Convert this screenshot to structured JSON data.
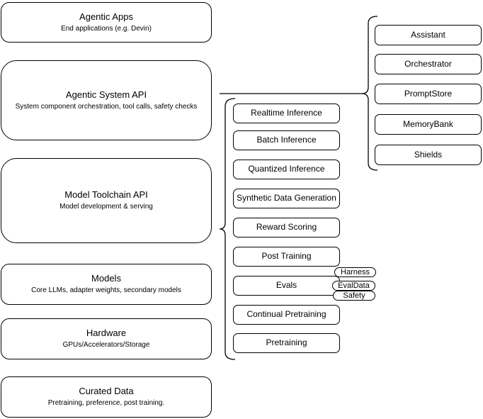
{
  "diagram": {
    "stack": [
      {
        "title": "Agentic Apps",
        "subtitle": "End applications (e.g. Devin)"
      },
      {
        "title": "Agentic System API",
        "subtitle": "System component orchestration, tool calls, safety checks"
      },
      {
        "title": "Model Toolchain API",
        "subtitle": "Model development & serving"
      },
      {
        "title": "Models",
        "subtitle": "Core LLMs, adapter weights, secondary models"
      },
      {
        "title": "Hardware",
        "subtitle": "GPUs/Accelerators/Storage"
      },
      {
        "title": "Curated Data",
        "subtitle": "Pretraining, preference, post training."
      }
    ],
    "toolchain": {
      "items": [
        "Realtime Inference",
        "Batch Inference",
        "Quantized Inference",
        "Synthetic Data Generation",
        "Reward Scoring",
        "Post Training",
        "Evals",
        "Continual Pretraining",
        "Pretraining"
      ],
      "eval_tags": [
        "Harness",
        "EvalData",
        "Safety"
      ]
    },
    "system_components": [
      "Assistant",
      "Orchestrator",
      "PromptStore",
      "MemoryBank",
      "Shields"
    ]
  },
  "colors": {
    "background": "#ffffff",
    "node_fill": "#ffffff",
    "stroke": "#000000",
    "text": "#000000"
  }
}
